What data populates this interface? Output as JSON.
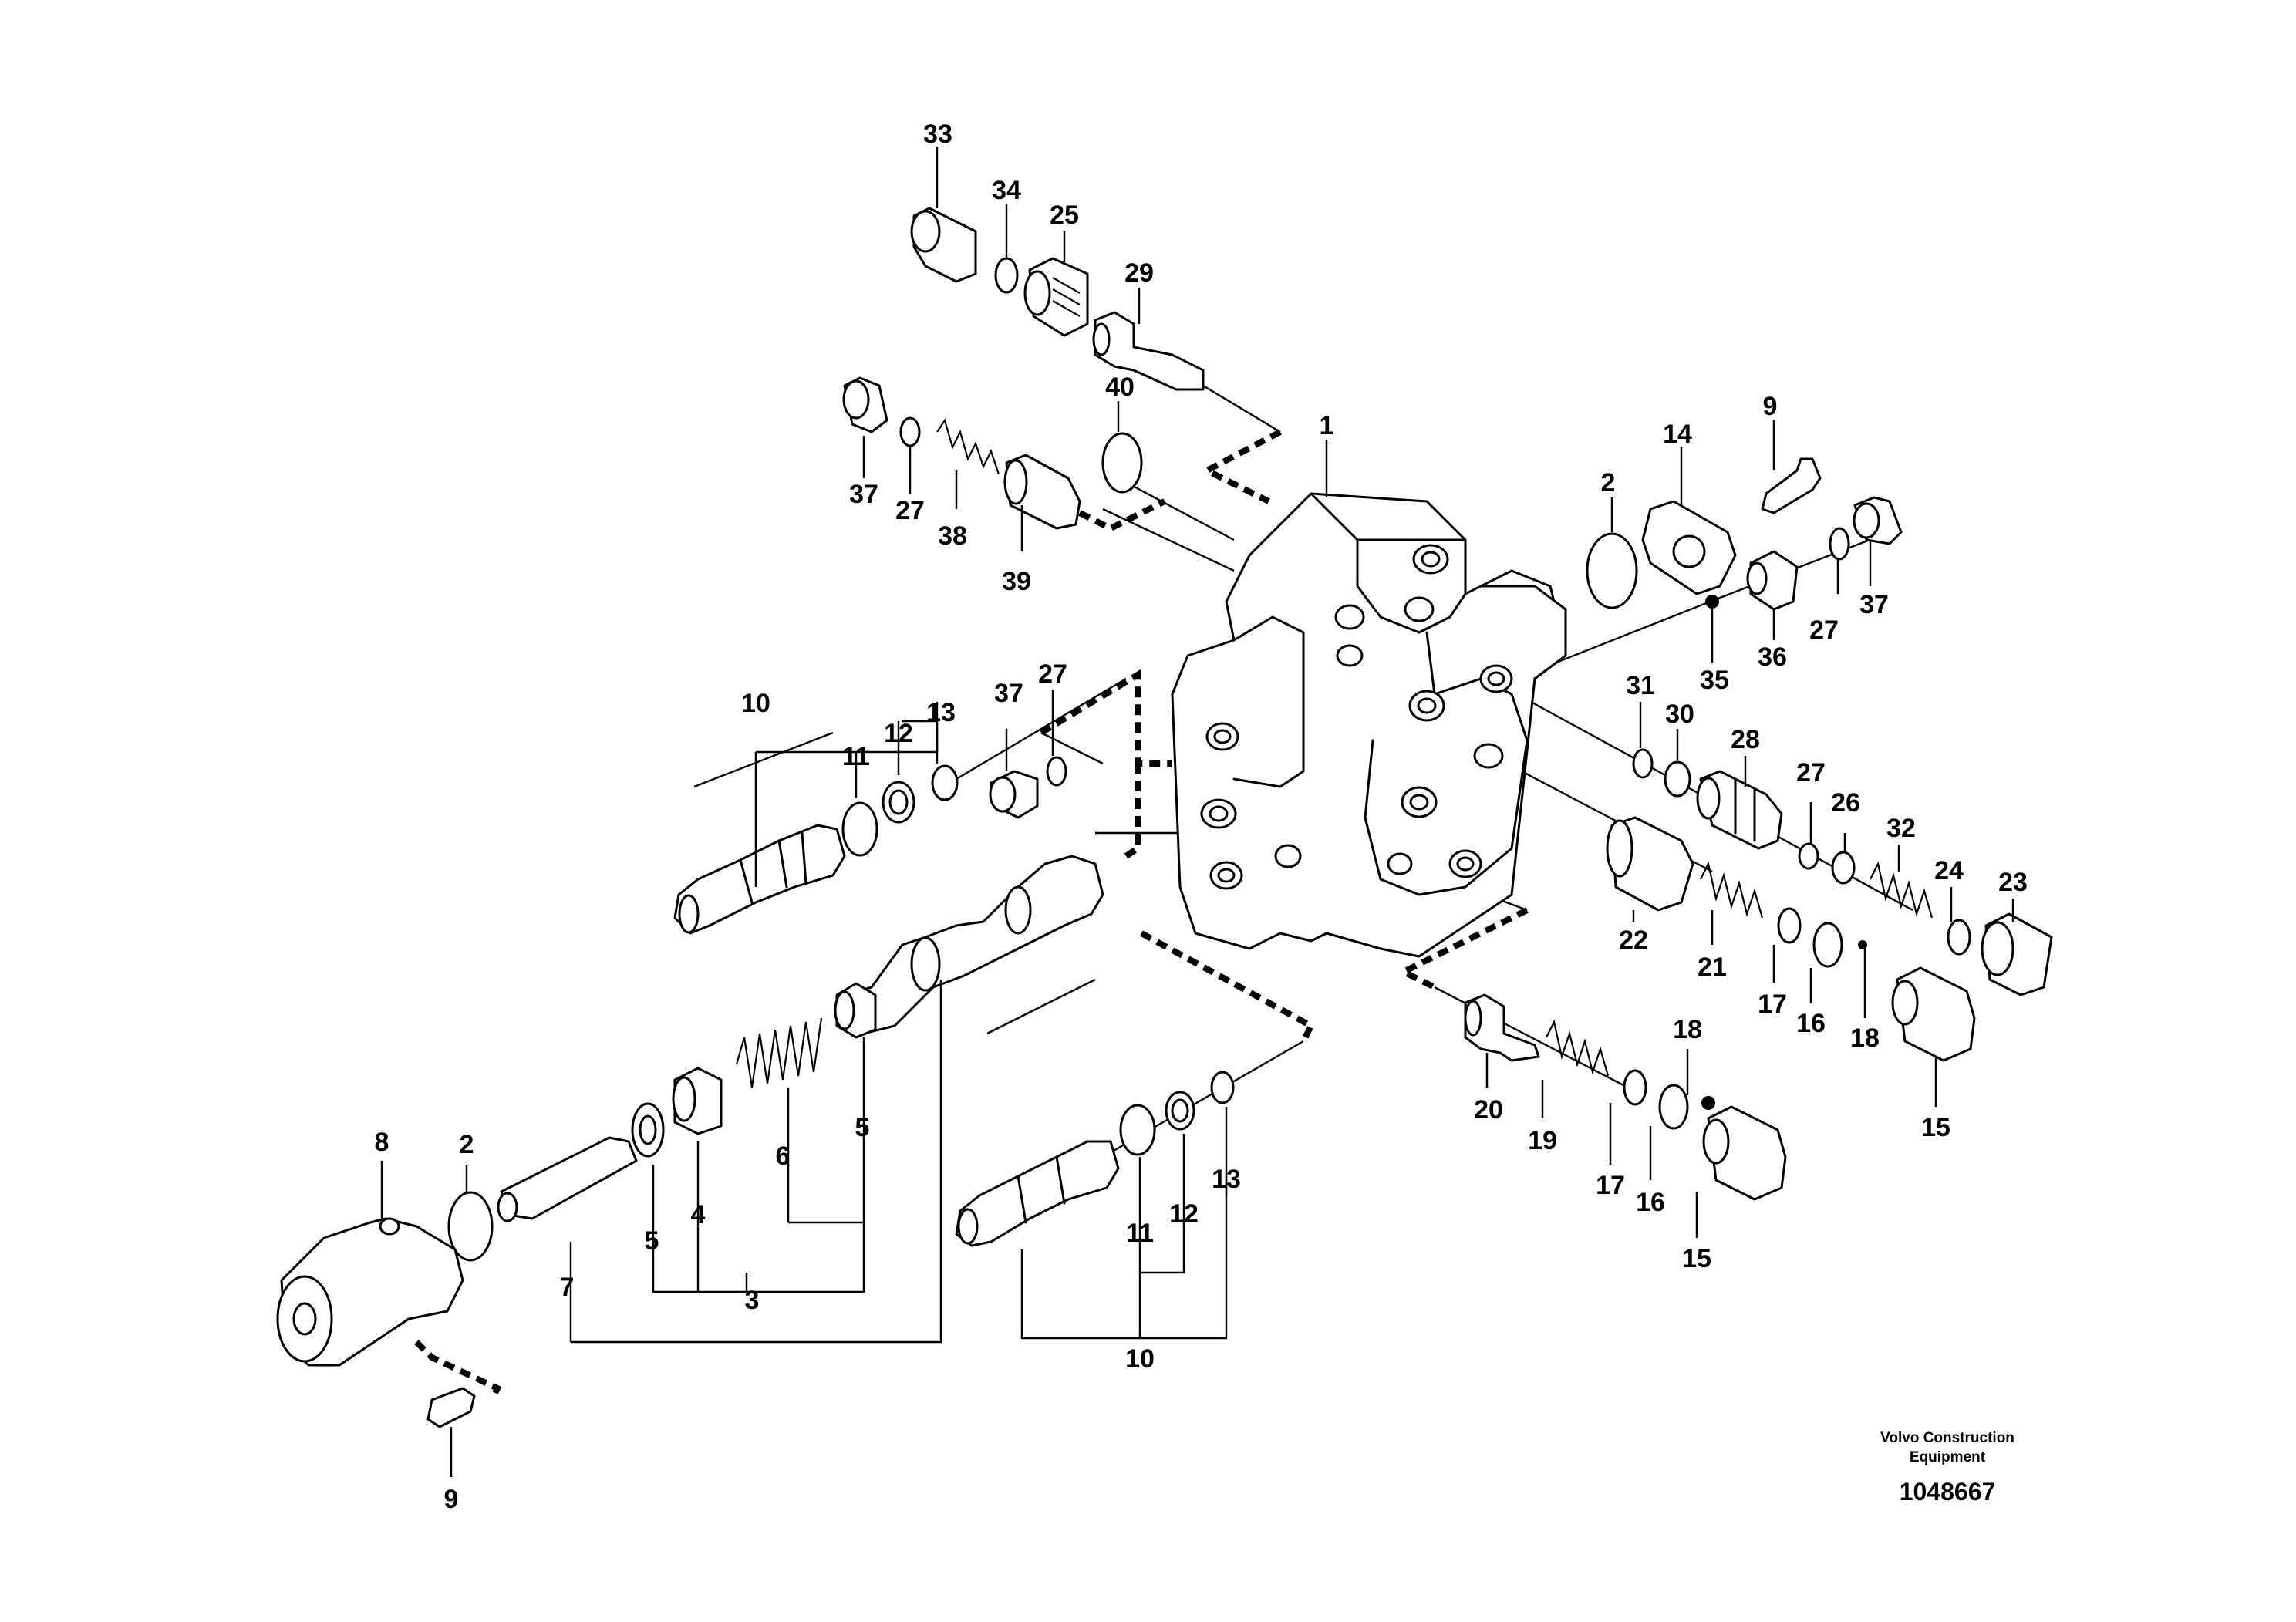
{
  "callouts": {
    "c1": "1",
    "c2a": "2",
    "c2b": "2",
    "c3": "3",
    "c4": "4",
    "c5a": "5",
    "c5b": "5",
    "c6": "6",
    "c7": "7",
    "c8": "8",
    "c9a": "9",
    "c9b": "9",
    "c10a": "10",
    "c10b": "10",
    "c11a": "11",
    "c11b": "11",
    "c12a": "12",
    "c12b": "12",
    "c13a": "13",
    "c13b": "13",
    "c14": "14",
    "c15a": "15",
    "c15b": "15",
    "c16a": "16",
    "c16b": "16",
    "c17a": "17",
    "c17b": "17",
    "c18a": "18",
    "c18b": "18",
    "c19": "19",
    "c20": "20",
    "c21": "21",
    "c22": "22",
    "c23": "23",
    "c24": "24",
    "c25": "25",
    "c26": "26",
    "c27a": "27",
    "c27b": "27",
    "c27c": "27",
    "c27d": "27",
    "c28": "28",
    "c29": "29",
    "c30": "30",
    "c31": "31",
    "c32": "32",
    "c33": "33",
    "c34": "34",
    "c35": "35",
    "c36": "36",
    "c37a": "37",
    "c37b": "37",
    "c37c": "37",
    "c38": "38",
    "c39": "39",
    "c40": "40"
  },
  "footer": {
    "brand_line1": "Volvo Construction",
    "brand_line2": "Equipment",
    "drawing_number": "1048667"
  }
}
